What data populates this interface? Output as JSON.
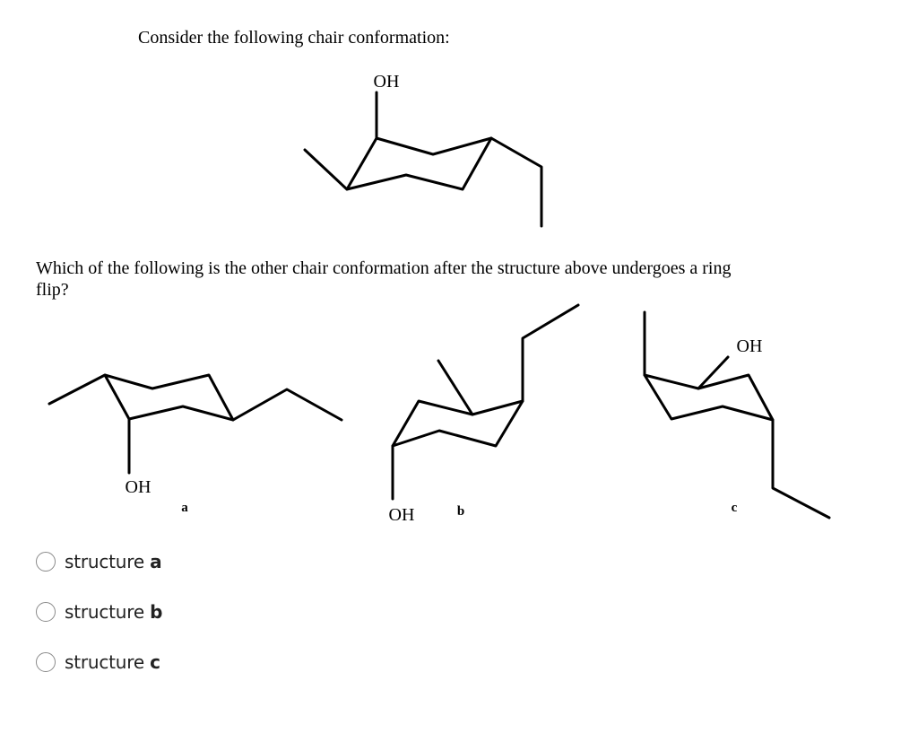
{
  "question": {
    "intro": "Consider the following chair conformation:",
    "prompt": "Which of the following is the other chair conformation after the structure above undergoes a ring flip?"
  },
  "molecules": {
    "main": {
      "substituent": "OH"
    },
    "a": {
      "substituent": "OH",
      "letter": "a"
    },
    "b": {
      "substituent": "OH",
      "letter": "b"
    },
    "c": {
      "substituent": "OH",
      "letter": "c"
    }
  },
  "options": [
    {
      "prefix": "structure",
      "letter": "a",
      "selected": false
    },
    {
      "prefix": "structure",
      "letter": "b",
      "selected": false
    },
    {
      "prefix": "structure",
      "letter": "c",
      "selected": false
    }
  ]
}
